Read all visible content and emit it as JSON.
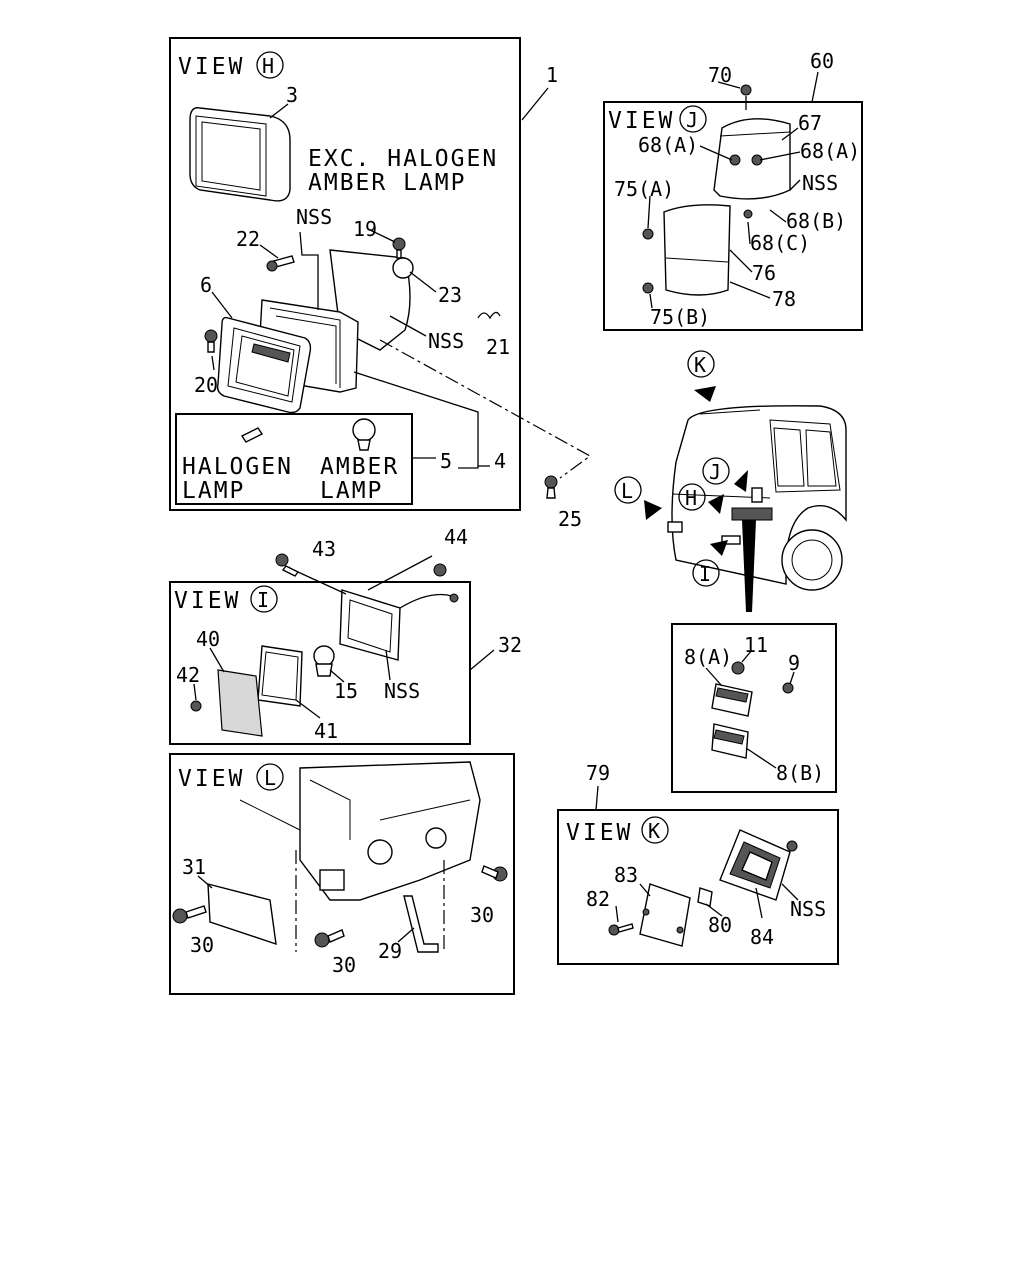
{
  "views": {
    "h": {
      "title": "VIEW",
      "letter": "H"
    },
    "j": {
      "title": "VIEW",
      "letter": "J"
    },
    "i": {
      "title": "VIEW",
      "letter": "I"
    },
    "l": {
      "title": "VIEW",
      "letter": "L"
    },
    "k": {
      "title": "VIEW",
      "letter": "K"
    }
  },
  "notes": {
    "exc_line1": "EXC. HALOGEN",
    "exc_line2": "AMBER LAMP",
    "halogen_line1": "HALOGEN",
    "halogen_line2": "LAMP",
    "amber_line1": "AMBER",
    "amber_line2": "LAMP"
  },
  "truck_markers": {
    "k": "K",
    "j": "J",
    "h": "H",
    "l": "L",
    "i": "I"
  },
  "labels": {
    "p1": "1",
    "p3": "3",
    "p4": "4",
    "p5": "5",
    "p6": "6",
    "p19": "19",
    "p20": "20",
    "p21": "21",
    "p22": "22",
    "p23": "23",
    "p25": "25",
    "nss_h1": "NSS",
    "nss_h2": "NSS",
    "p60": "60",
    "p67": "67",
    "p68a_1": "68(A)",
    "p68a_2": "68(A)",
    "p68b": "68(B)",
    "p68c": "68(C)",
    "p70": "70",
    "p75a": "75(A)",
    "p75b": "75(B)",
    "p76": "76",
    "p78": "78",
    "nss_j": "NSS",
    "p32": "32",
    "p40": "40",
    "p41": "41",
    "p42": "42",
    "p43": "43",
    "p44": "44",
    "p15": "15",
    "nss_i": "NSS",
    "p8a": "8(A)",
    "p8b": "8(B)",
    "p9": "9",
    "p11": "11",
    "p29": "29",
    "p30_1": "30",
    "p30_2": "30",
    "p30_3": "30",
    "p31": "31",
    "p79": "79",
    "p80": "80",
    "p82": "82",
    "p83": "83",
    "p84": "84",
    "nss_k": "NSS"
  }
}
